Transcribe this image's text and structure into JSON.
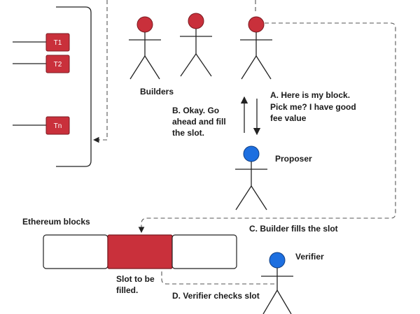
{
  "colors": {
    "red": "#c9303b",
    "blue": "#1d6fe0",
    "stroke": "#222222"
  },
  "transactions": [
    "T1",
    "T2",
    "Tn"
  ],
  "labels": {
    "builders": "Builders",
    "proposer": "Proposer",
    "verifier": "Verifier",
    "ethereum_blocks": "Ethereum blocks",
    "slot_to_be_filled": [
      "Slot to be",
      "filled."
    ]
  },
  "messages": {
    "a": [
      "A. Here is my block.",
      "Pick me? I have good",
      "fee value"
    ],
    "b": [
      "B. Okay. Go",
      "ahead and fill",
      "the slot."
    ],
    "c": "C. Builder fills the slot",
    "d": "D. Verifier checks slot"
  }
}
